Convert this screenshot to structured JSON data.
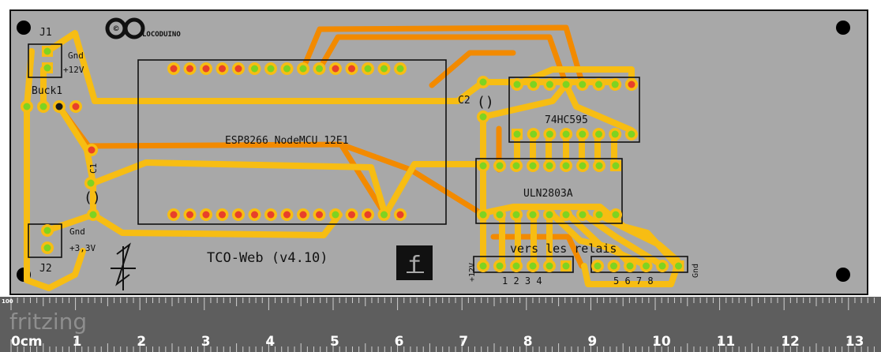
{
  "board": {
    "title": "TCO-Web (v4.10)",
    "colors": {
      "board": "#a8a8a8",
      "trace_top": "#f7bd13",
      "trace_bottom": "#f28a00",
      "pad_ring": "#f7bd13",
      "pad_green": "#7ed321",
      "pad_red": "#e8402a",
      "silk": "#111111",
      "ruler_bg": "#5e5e5e"
    },
    "logo_text": "LOCODUINO",
    "components": {
      "j1": "J1",
      "gnd1": "Gnd",
      "v12": "+12V",
      "buck": "Buck1",
      "c1": "C1",
      "c1_sym": "()",
      "j2": "J2",
      "gnd2": "Gnd",
      "v33": "+3,3V",
      "esp": "ESP8266 NodeMCU 12E1",
      "c2": "C2",
      "hc595": "74HC595",
      "uln": "ULN2803A",
      "relais": "vers les relais",
      "v12b": "+12V",
      "n1_4": "1 2 3 4",
      "n5_8": "5 6 7 8",
      "gnd3": "Gnd"
    },
    "flogo": "f"
  },
  "ruler": {
    "brand": "fritzing",
    "top_label": "100",
    "unit_label": "0cm",
    "marks": [
      "1",
      "2",
      "3",
      "4",
      "5",
      "6",
      "7",
      "8",
      "9",
      "10",
      "11",
      "12",
      "13"
    ]
  }
}
